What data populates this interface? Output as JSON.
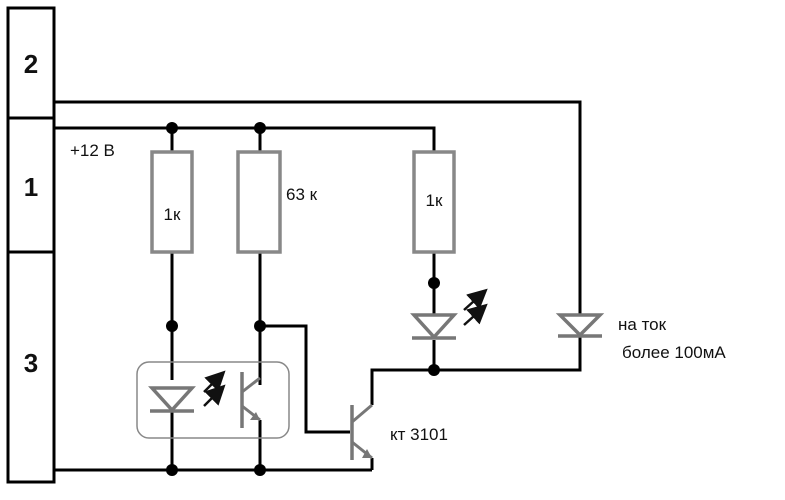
{
  "connector": {
    "pins": [
      "2",
      "1",
      "3"
    ]
  },
  "labels": {
    "supply": "+12 В",
    "r1": "1к",
    "r2": "63 к",
    "r3": "1к",
    "transistor": "кт 3101",
    "note_line1": "на ток",
    "note_line2": "более 100мА"
  },
  "colors": {
    "wire": "#000000",
    "component": "#888888"
  }
}
